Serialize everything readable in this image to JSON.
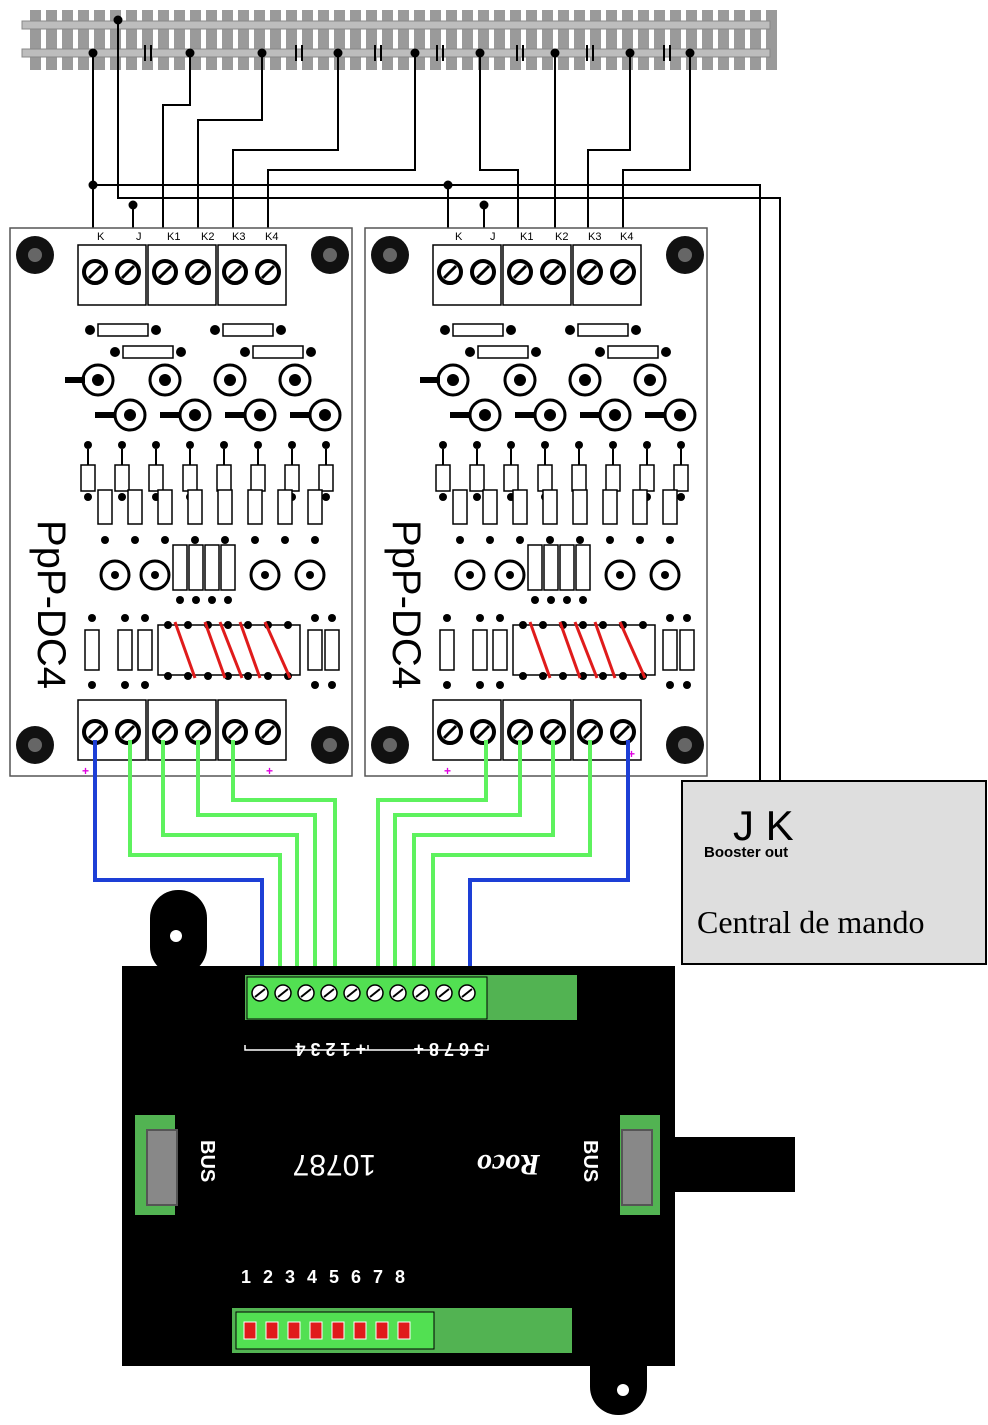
{
  "track": {
    "label": ""
  },
  "boards": [
    {
      "name": "PpP-DC4",
      "terminal_labels": [
        "K",
        "J",
        "K1",
        "K2",
        "K3",
        "K4"
      ],
      "plus_marks": [
        "+",
        "+"
      ]
    },
    {
      "name": "PpP-DC4",
      "terminal_labels": [
        "K",
        "J",
        "K1",
        "K2",
        "K3",
        "K4"
      ],
      "plus_marks": [
        "+",
        "+"
      ]
    }
  ],
  "central": {
    "jk": "J K",
    "booster": "Booster out",
    "name": "Central de mando"
  },
  "decoder": {
    "terminal_numbers_left": "+ 1 2 3 4",
    "terminal_numbers_right": "5 6 7 8 +",
    "bus_left": "BUS",
    "bus_right": "BUS",
    "model": "10787",
    "brand": "Roco",
    "led_numbers": [
      "1",
      "2",
      "3",
      "4",
      "5",
      "6",
      "7",
      "8"
    ]
  },
  "colors": {
    "wire_blue": "#1d3fd6",
    "wire_green": "#5ef25e",
    "terminal_block": "#52e052",
    "decoder_body": "#000000",
    "central_box": "#dedede",
    "led_red": "#e01b1b"
  }
}
